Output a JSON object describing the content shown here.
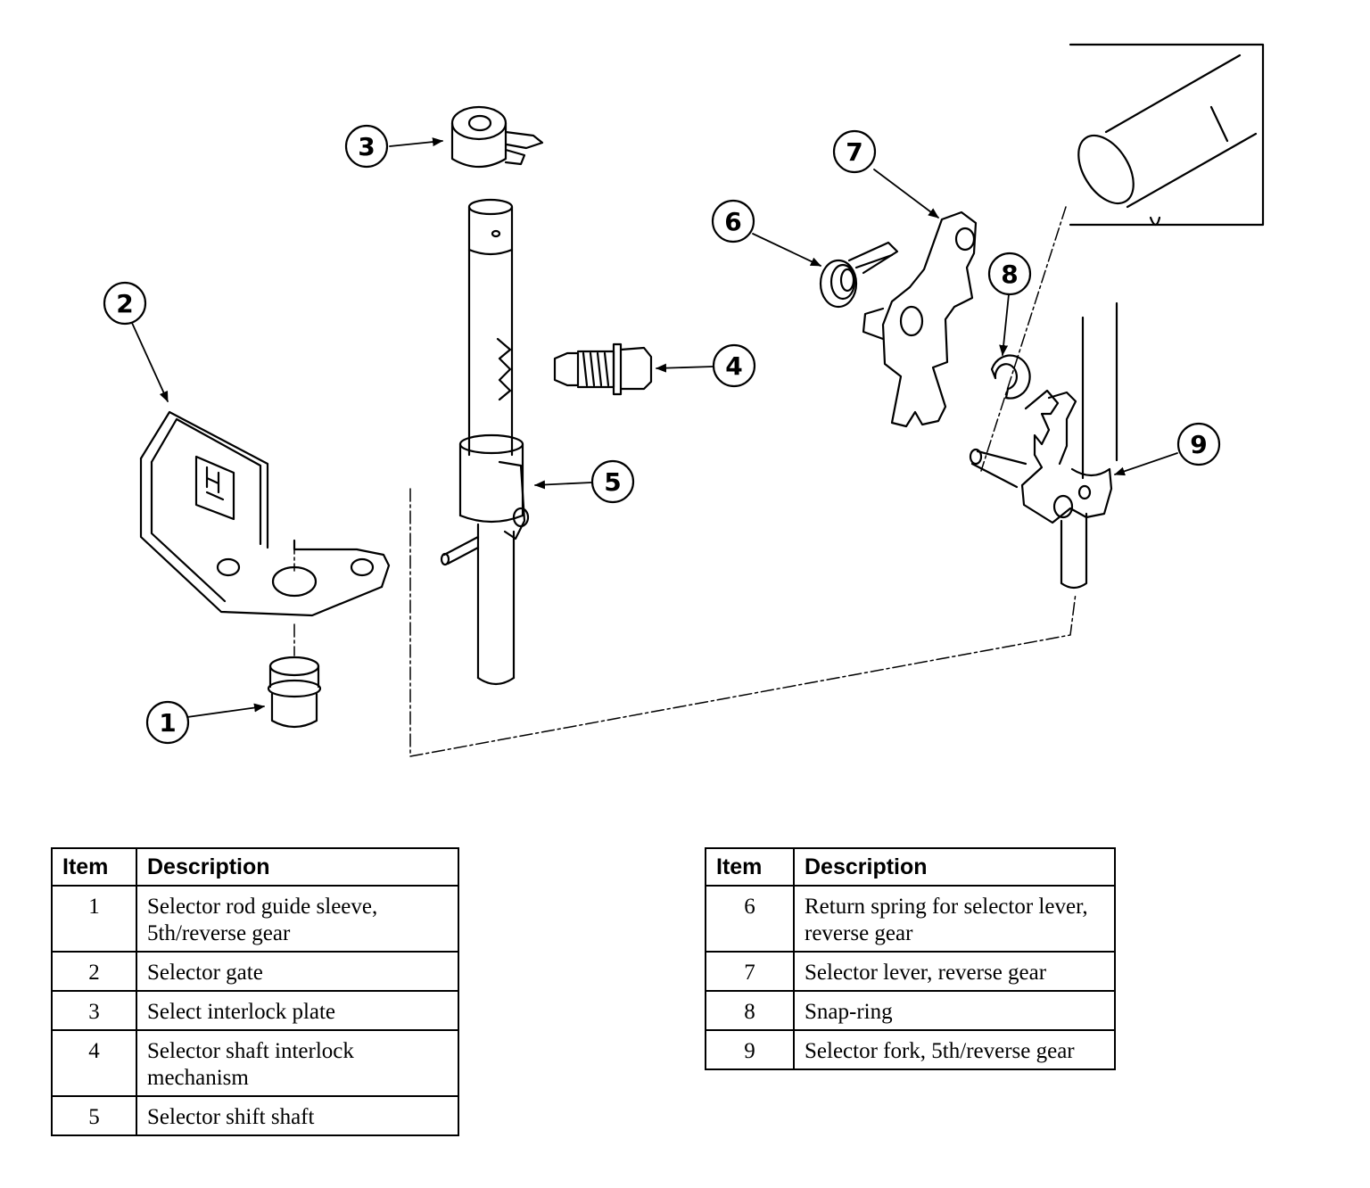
{
  "callouts": [
    {
      "label": "1",
      "part": "Selector rod guide sleeve, 5th/reverse gear"
    },
    {
      "label": "2",
      "part": "Selector gate"
    },
    {
      "label": "3",
      "part": "Select interlock plate"
    },
    {
      "label": "4",
      "part": "Selector shaft interlock mechanism"
    },
    {
      "label": "5",
      "part": "Selector shift shaft"
    },
    {
      "label": "6",
      "part": "Return spring for selector lever, reverse gear"
    },
    {
      "label": "7",
      "part": "Selector lever, reverse gear"
    },
    {
      "label": "8",
      "part": "Snap-ring"
    },
    {
      "label": "9",
      "part": "Selector fork, 5th/reverse gear"
    }
  ],
  "legend_left": {
    "header_item": "Item",
    "header_description": "Description",
    "rows": [
      {
        "item": "1",
        "description": "Selector rod guide sleeve, 5th/reverse gear"
      },
      {
        "item": "2",
        "description": "Selector gate"
      },
      {
        "item": "3",
        "description": "Select interlock plate"
      },
      {
        "item": "4",
        "description": "Selector shaft interlock mechanism"
      },
      {
        "item": "5",
        "description": "Selector shift shaft"
      }
    ]
  },
  "legend_right": {
    "header_item": "Item",
    "header_description": "Description",
    "rows": [
      {
        "item": "6",
        "description": "Return spring for selector lever, reverse gear"
      },
      {
        "item": "7",
        "description": "Selector lever, reverse gear"
      },
      {
        "item": "8",
        "description": "Snap-ring"
      },
      {
        "item": "9",
        "description": "Selector fork, 5th/reverse gear"
      }
    ]
  }
}
